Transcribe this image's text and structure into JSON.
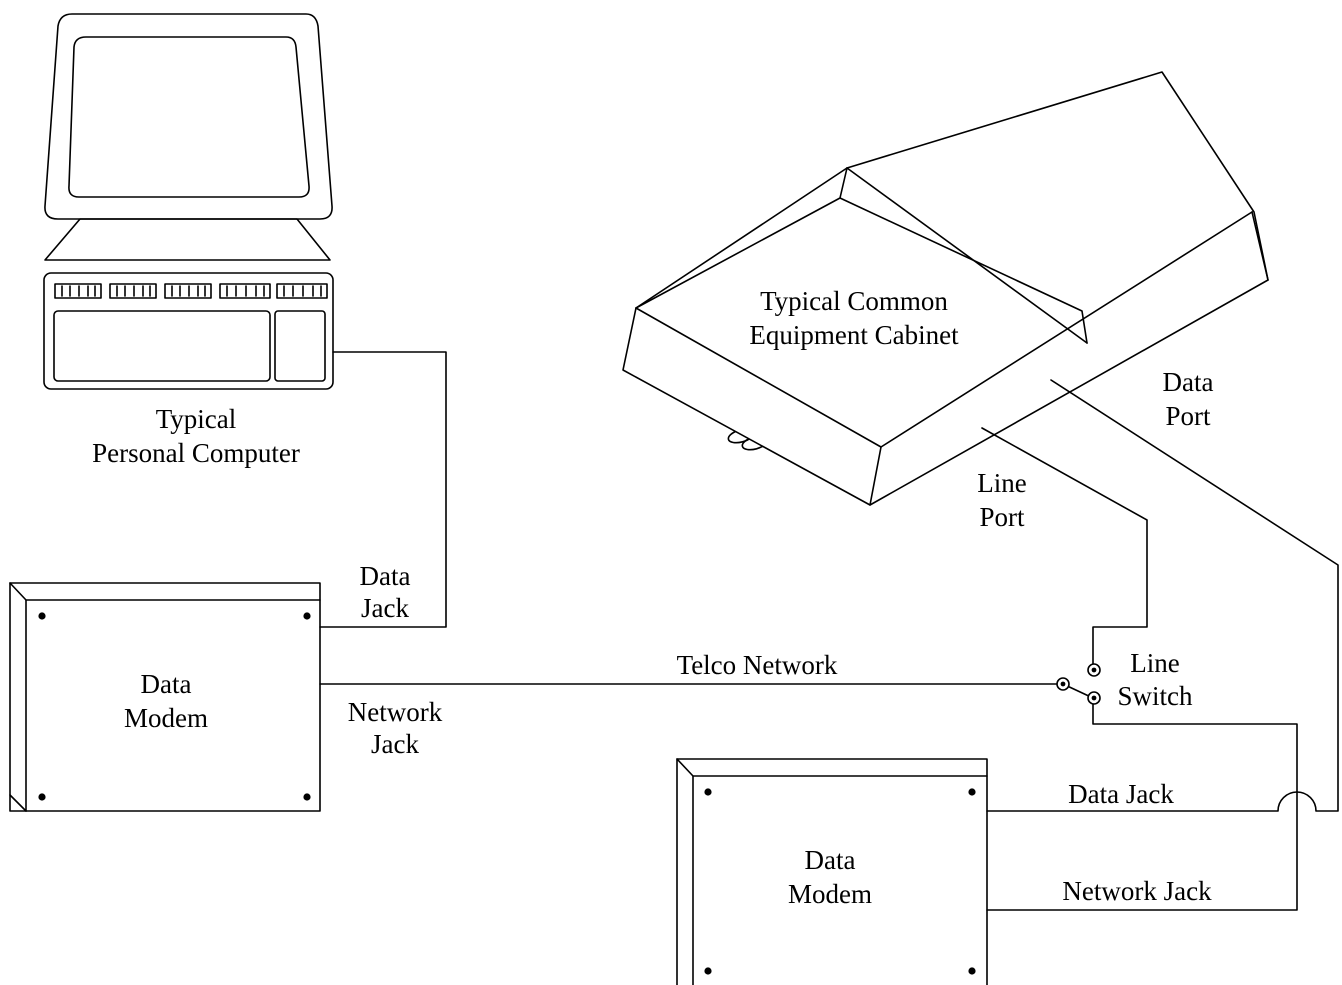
{
  "labels": {
    "pc_line1": "Typical",
    "pc_line2": "Personal  Computer",
    "cabinet_line1": "Typical  Common",
    "cabinet_line2": "Equipment  Cabinet",
    "modem1_line1": "Data",
    "modem1_line2": "Modem",
    "modem1_data_jack_1": "Data",
    "modem1_data_jack_2": "Jack",
    "modem1_network_jack_1": "Network",
    "modem1_network_jack_2": "Jack",
    "telco_network": "Telco  Network",
    "line_port_1": "Line",
    "line_port_2": "Port",
    "data_port_1": "Data",
    "data_port_2": "Port",
    "line_switch_1": "Line",
    "line_switch_2": "Switch",
    "modem2_line1": "Data",
    "modem2_line2": "Modem",
    "modem2_data_jack": "Data  Jack",
    "modem2_network_jack": "Network  Jack"
  }
}
